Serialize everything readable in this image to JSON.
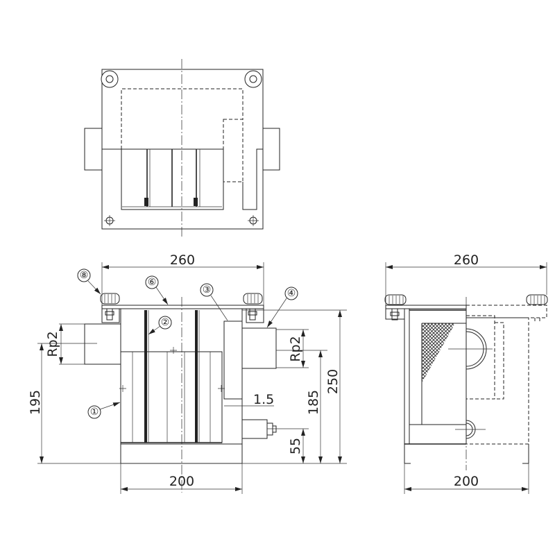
{
  "colors": {
    "line": "#222222",
    "background": "#ffffff"
  },
  "front_view": {
    "dim_width_top": "260",
    "dim_width_bottom": "200",
    "dim_inlet_height": "195",
    "dim_outlet_height": "185",
    "dim_total_height": "250",
    "dim_drain_height": "55",
    "dim_gap": "1.5",
    "inlet_thread": "Rp2",
    "outlet_thread": "Rp2",
    "callouts": [
      "①",
      "②",
      "③",
      "④",
      "⑥",
      "⑧"
    ]
  },
  "side_view": {
    "dim_width_top": "260",
    "dim_width_bottom": "200"
  }
}
